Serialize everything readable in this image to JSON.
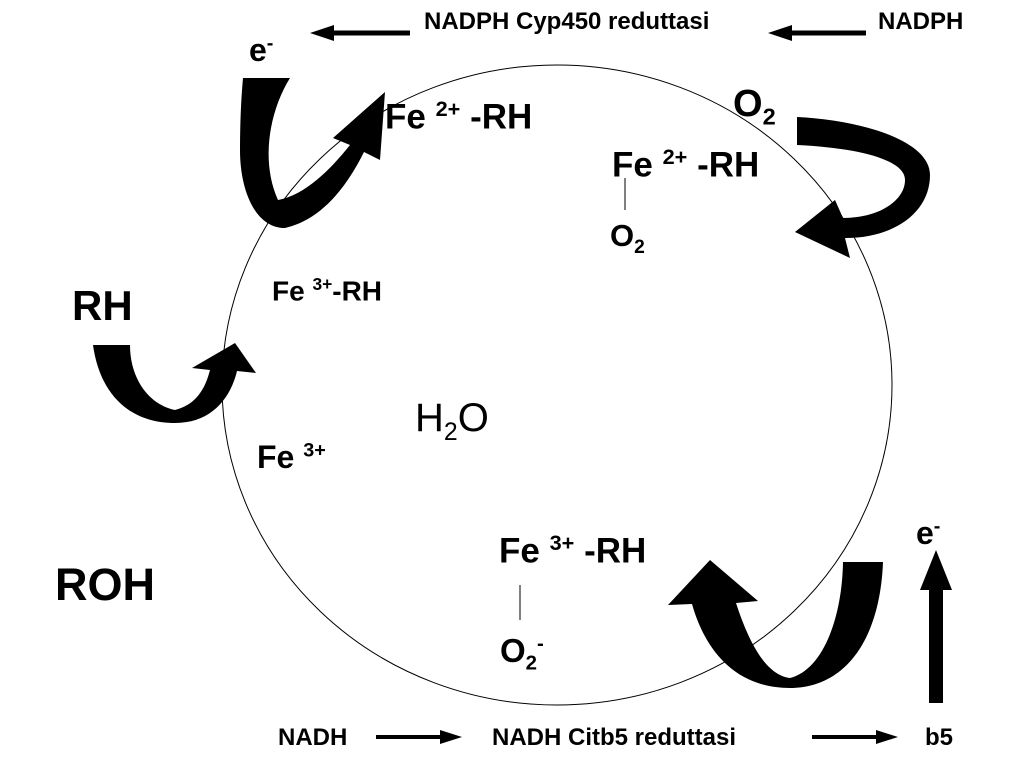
{
  "top_chain": {
    "enzyme": "NADPH Cyp450 reduttasi",
    "source": "NADPH",
    "product": "e-"
  },
  "bottom_chain": {
    "source": "NADH",
    "enzyme": "NADH Citb5 reduttasi",
    "carrier": "b5",
    "product": "e-"
  },
  "cycle": {
    "fe2_rh": {
      "fe": "Fe",
      "charge": "2+",
      "rh": "-RH"
    },
    "o2_in": {
      "o": "O",
      "sub": "2"
    },
    "fe2_rh_o2": {
      "fe": "Fe",
      "charge": "2+",
      "rh": "-RH",
      "o": "O",
      "sub": "2"
    },
    "fe3_rh": {
      "fe": "Fe",
      "charge": "3+",
      "rh": "-RH"
    },
    "rh_in": "RH",
    "fe3": {
      "fe": "Fe",
      "charge": "3+"
    },
    "water": {
      "h": "H",
      "sub": "2",
      "o": "O"
    },
    "fe3_rh_o2minus": {
      "fe": "Fe",
      "charge": "3+",
      "rh": "-RH",
      "o": "O",
      "sub": "2",
      "sup": "-"
    },
    "roh_out": "ROH"
  }
}
